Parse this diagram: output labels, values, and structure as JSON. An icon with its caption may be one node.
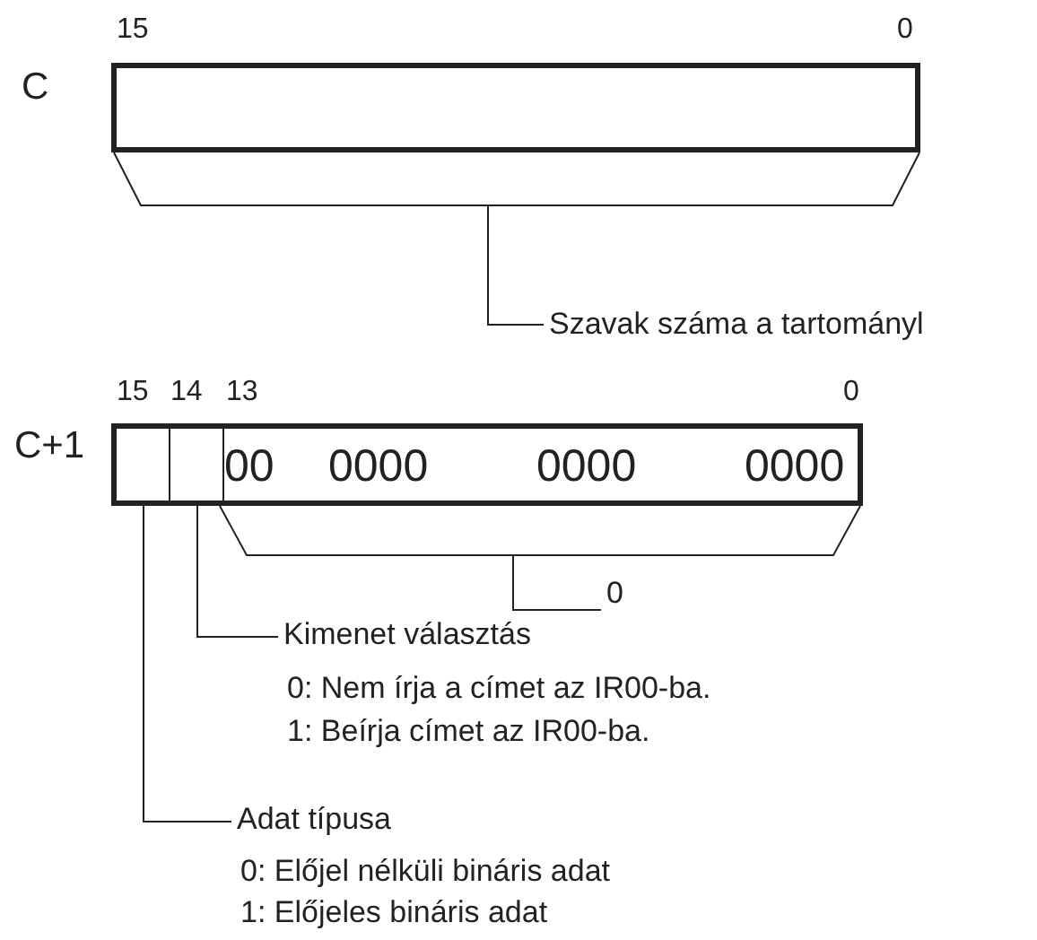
{
  "diagram": {
    "nodes": [
      {
        "text": [],
        "shape": "box",
        "beside": [
          "C"
        ]
      },
      {
        "text": [],
        "shape": "bracket"
      },
      {
        "text": [
          "Szavak száma a tartományl"
        ]
      },
      {
        "text": [],
        "shape": "box",
        "beside": [
          "C+1"
        ]
      },
      {
        "text": [],
        "shape": "box",
        "in": 3
      },
      {
        "text": [],
        "shape": "box",
        "in": 3
      },
      {
        "text": [
          "00",
          "0000",
          "0000",
          "0000"
        ],
        "in": 3
      },
      {
        "text": [],
        "shape": "bracket"
      },
      {
        "text": [
          "0"
        ]
      },
      {
        "text": [
          "Kimenet választás",
          "0: Nem írja a címet az IR00-ba.",
          "1: Beírja címet az IR00-ba."
        ]
      },
      {
        "text": [
          "Adat típusa",
          "0: Előjel nélküli bináris adat",
          "1: Előjeles bináris adat"
        ]
      }
    ],
    "edges": [
      {
        "from": 2,
        "to": 1,
        "arrow": "none"
      },
      {
        "from": 8,
        "to": 7,
        "arrow": "none"
      },
      {
        "from": 9,
        "to": 5,
        "arrow": "none"
      },
      {
        "from": 10,
        "to": 4,
        "arrow": "none"
      }
    ],
    "labels": [
      "15",
      "0",
      "15",
      "14",
      "13",
      "0"
    ]
  }
}
